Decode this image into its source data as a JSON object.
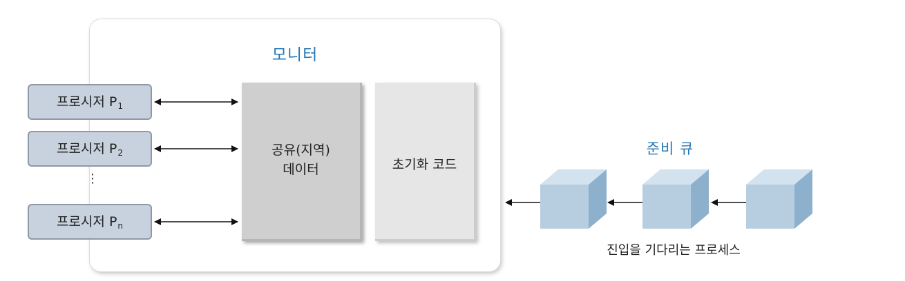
{
  "monitor": {
    "title": "모니터",
    "shared_data_line1": "공유(지역)",
    "shared_data_line2": "데이터",
    "init_code": "초기화 코드"
  },
  "processes": [
    {
      "label": "프로시저 P",
      "sub": "1"
    },
    {
      "label": "프로시저 P",
      "sub": "2"
    },
    {
      "label": "프로시저 P",
      "sub": "n"
    }
  ],
  "ellipsis": "⋮",
  "ready_queue": {
    "title": "준비 큐",
    "caption": "진입을 기다리는 프로세스",
    "cube_count": 3
  },
  "colors": {
    "accent": "#2878b5",
    "process_fill": "#c8d2de",
    "shared_fill": "#cfcfcf",
    "init_fill": "#e6e6e6",
    "cube_front": "#b7cde0",
    "cube_top": "#d3e2ef",
    "cube_side": "#8db0cc"
  }
}
